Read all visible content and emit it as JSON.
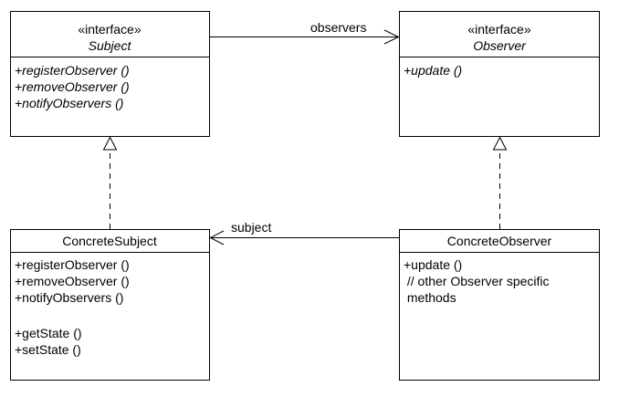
{
  "classes": {
    "subject": {
      "stereotype": "«interface»",
      "name": "Subject",
      "methods": [
        "+registerObserver ()",
        "+removeObserver ()",
        "+notifyObservers ()"
      ]
    },
    "observer": {
      "stereotype": "«interface»",
      "name": "Observer",
      "methods": [
        "+update ()"
      ]
    },
    "concrete_subject": {
      "name": "ConcreteSubject",
      "methods": [
        "+registerObserver ()",
        "+removeObserver ()",
        "+notifyObservers ()",
        "+getState ()",
        "+setState ()"
      ]
    },
    "concrete_observer": {
      "name": "ConcreteObserver",
      "methods": [
        "+update ()",
        " // other Observer specific",
        " methods"
      ]
    }
  },
  "associations": {
    "observers_label": "observers",
    "subject_label": "subject"
  }
}
